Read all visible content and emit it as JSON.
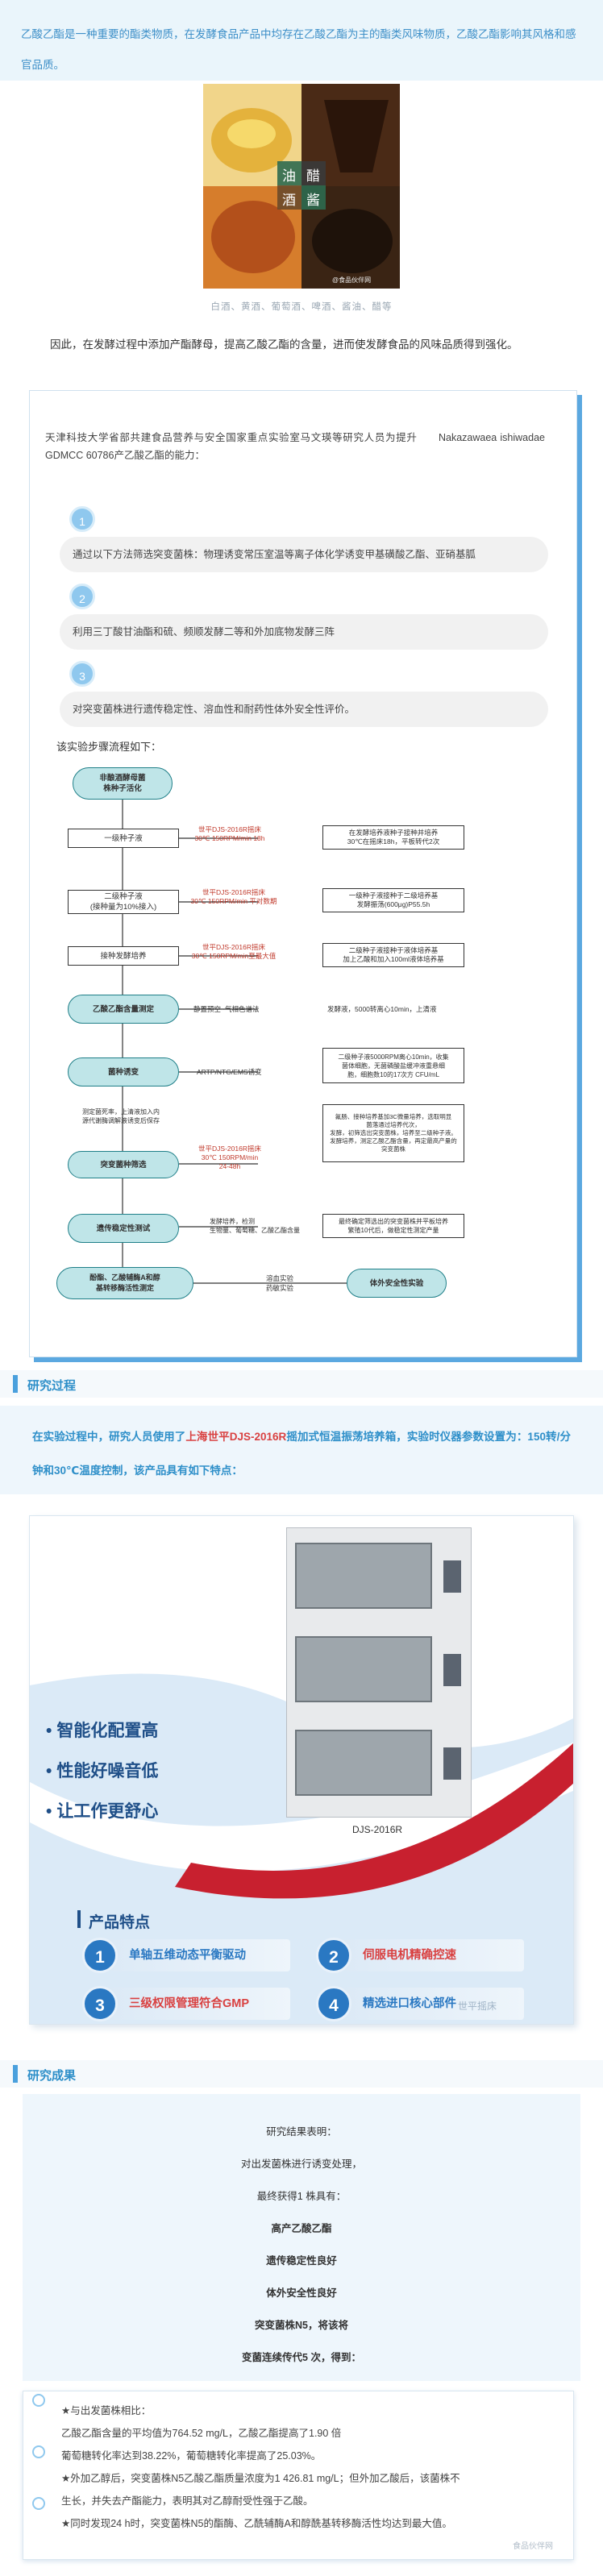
{
  "intro": {
    "text": "乙酸乙酯是一种重要的酯类物质，在发酵食品产品中均存在乙酸乙酯为主的酯类风味物质，乙酸乙酯影响其风格和感官品质。"
  },
  "photo": {
    "labels": [
      "油",
      "醋",
      "酒",
      "酱"
    ],
    "watermark": "@食品伙伴网"
  },
  "caption": "白酒、黄酒、葡萄酒、啤酒、酱油、醋等",
  "conclusion": {
    "pre": "因此，在发酵过程中添加产酯酵母，提高乙酸乙酯的含量，",
    "post": "进而使发酵食品的风味品质得到强化。"
  },
  "research": {
    "intro": "天津科技大学省部共建食品营养与安全国家重点实验室马文瑛等研究人员为提升　　Nakazawaea ishiwadae　GDMCC 60786产乙酸乙酯的能力：",
    "steps": [
      {
        "num": "1",
        "text": "通过以下方法筛选突变菌株：物理诱变常压室温等离子体化学诱变甲基磺酸乙酯、亚硝基胍"
      },
      {
        "num": "2",
        "text": "利用三丁酸甘油酯和硫、频顺发酵二等和外加底物发酵三阵"
      },
      {
        "num": "3",
        "text": "对突变菌株进行遗传稳定性、溶血性和耐药性体外安全性评价。"
      }
    ],
    "flow_title": "该实验步骤流程如下："
  },
  "flow": {
    "start": "非酿酒酵母菌\n株种子活化",
    "n1": "一级种子液",
    "n2": "二级种子液\n(接种量为10%接入)",
    "n3": "接种发酵培养",
    "ester": "乙酸乙酯含量测定",
    "mut": "菌种诱变",
    "screen": "突变菌种筛选",
    "genetic": "遗传稳定性测试",
    "last": "酚酯、乙酸辅酶A和醇\n基转移酶活性测定",
    "safety": "体外安全性实验",
    "r1": "世平DJS-2016R摇床\n30℃ 150RPM/min 18h",
    "r2": "世平DJS-2016R摇床\n30℃ 150RPM/min 平对数期",
    "r3": "世平DJS-2016R摇床\n30℃ 150RPM/min至最大值",
    "b1": "在发酵培养液种子接种并培养\n30℃在摇床18h，平板转代2次",
    "b2": "一级种子液接种于二级培养基\n发酵振荡(600μg)P55.5h",
    "b3": "二级种子液接种于液体培养基\n加上乙酸和加入100ml液体培养基",
    "g1": "静置预空~气相色谱法",
    "b4": "发酵液，5000转离心10min，上清液",
    "g2": "ARTP/NTG/EMS诱变",
    "b5": "二级种子液5000RPM离心10min，收集\n菌体细胞，无菌磷酸盐缓冲液重悬细\n胞，细胞数10的17次方 CFU/mL",
    "g3": "测定菌死率，上清液加入内\n源代谢酶调解液诱变后保存",
    "b6": "氟肠、接种培养基加3C微量培养，选取明显\n菌落通过培养代次，\n发酵，初筛选出突变菌株，培养至二级种子液。\n发酵培养，测定乙酸乙酯含量，再定最高产量的\n突变菌株",
    "r4": "世平DJS-2016R摇床\n30℃ 150RPM/min\n24-48h",
    "g4": "发酵培养，检测\n生物量、葡萄糖、乙酸乙酯含量",
    "b7": "最终确定筛选出的突变菌株并平板培养\n繁殖10代后，做稳定性测定产量",
    "g5": "溶血实验\n药敏实验"
  },
  "sections": {
    "process": "研究过程",
    "results": "研究成果"
  },
  "experiment": {
    "pre": "在实验过程中，研究人员使用了",
    "red": "上海世平DJS-2016R",
    "post": "摇加式恒温振荡培养箱，实验时仪器参数设置为：150转/分钟和30℃温度控制，该产品具有如下特点："
  },
  "product": {
    "features": [
      "智能化配置高",
      "性能好噪音低",
      "让工作更舒心"
    ],
    "model": "DJS-2016R",
    "tag": "产品特点",
    "badges": [
      {
        "num": "1",
        "text": "单轴五维动态平衡驱动"
      },
      {
        "num": "2",
        "text": "伺服电机精确控速"
      },
      {
        "num": "3",
        "text": "三级权限管理符合GMP"
      },
      {
        "num": "4",
        "text": "精选进口核心部件"
      }
    ],
    "watermark": "世平摇床"
  },
  "results": {
    "lines": [
      "研究结果表明：",
      "对出发菌株进行诱变处理，",
      "最终获得1 株具有：",
      "高产乙酸乙酯",
      "遗传稳定性良好",
      "体外安全性良好",
      "突变菌株N5，将该将",
      "变菌连续传代5 次，得到："
    ]
  },
  "summary": {
    "lines": [
      "★与出发菌株相比：",
      "乙酸乙酯含量的平均值为764.52 mg/L，乙酸乙酯提高了1.90 倍",
      "葡萄糖转化率达到38.22%，葡萄糖转化率提高了25.03%。",
      "★外加乙醇后，突变菌株N5乙酸乙酯质量浓度为1 426.81 mg/L；但外加乙酸后，该菌株不",
      "生长，并失去产酯能力，表明其对乙醇耐受性强于乙酸。",
      "★同时发现24 h时，突变菌株N5的酯酶、乙酰辅酶A和醇酰基转移酶活性均达到最大值。"
    ],
    "logo": "食品伙伴网"
  }
}
